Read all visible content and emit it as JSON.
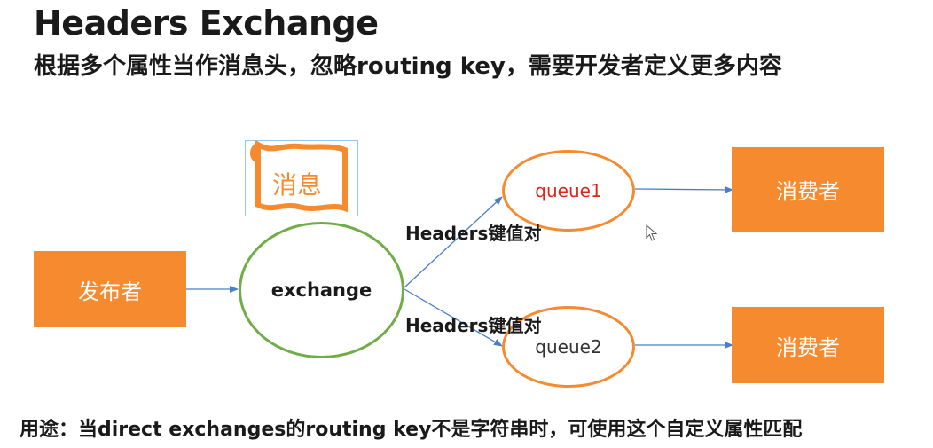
{
  "title": "Headers Exchange",
  "subtitle": "根据多个属性当作消息头，忽略routing key，需要开发者定义更多内容",
  "nodes": {
    "publisher": "发布者",
    "exchange": "exchange",
    "queue1": "queue1",
    "queue2": "queue2",
    "consumer1": "消费者",
    "consumer2": "消费者",
    "message": "消息"
  },
  "edges": {
    "exchange_to_queue1": "Headers键值对",
    "exchange_to_queue2": "Headers键值对"
  },
  "footer": "用途：当direct exchanges的routing key不是字符串时，可使用这个自定义属性匹配",
  "colors": {
    "box_fill": "#f58a2f",
    "exchange_border": "#70ad47",
    "queue_border": "#f58a2f",
    "queue1_text": "#e0251b",
    "arrow": "#4a7ec7"
  },
  "icons": [
    "message-scroll-icon",
    "mouse-cursor-icon"
  ]
}
